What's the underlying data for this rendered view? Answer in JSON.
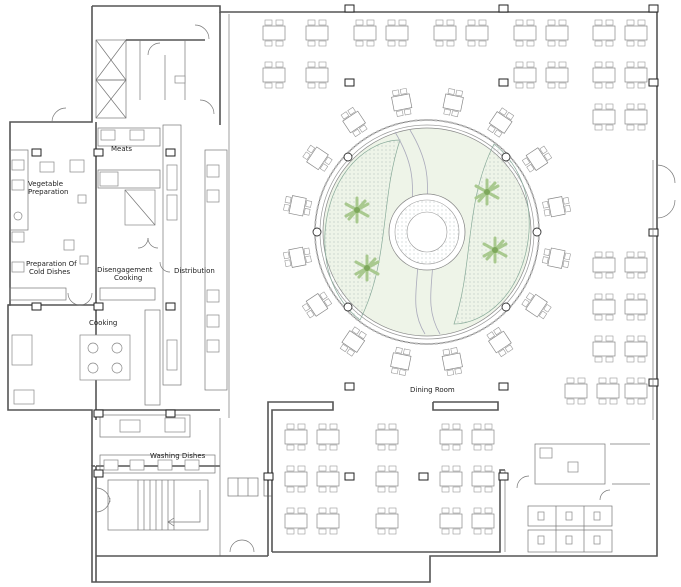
{
  "labels": {
    "meats": "Meats",
    "vegetable_preparation_1": "Vegetable",
    "vegetable_preparation_2": "Preparation",
    "preparation_cold_1": "Preparation Of",
    "preparation_cold_2": "Cold Dishes",
    "disengagement_1": "Disengagement",
    "disengagement_2": "Cooking",
    "distribution": "Distribution",
    "cooking": "Cooking",
    "washing_dishes": "Washing Dishes",
    "dining_room": "Dining Room"
  },
  "colors": {
    "wall": "#555555",
    "fixture": "#888888",
    "planting": "#a9c98f",
    "garden_fill": "#eef4e8"
  },
  "icons": {
    "tree": "palm-tree-icon",
    "door": "door-swing-icon",
    "column": "column-icon"
  }
}
